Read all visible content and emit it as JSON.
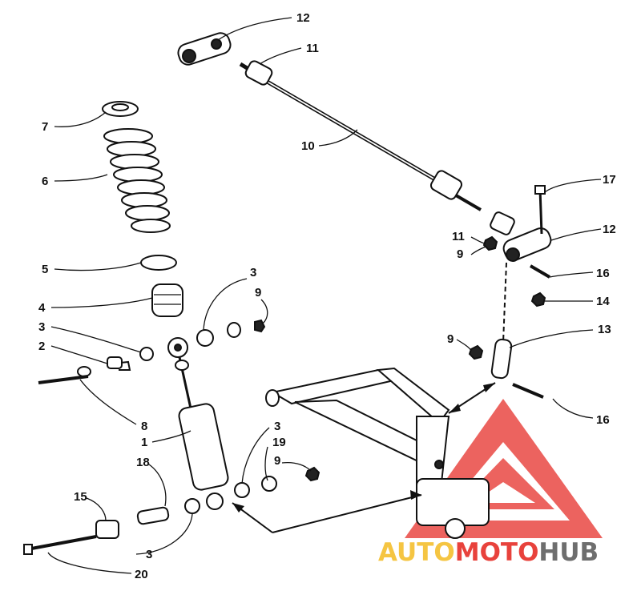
{
  "callouts": {
    "c1": "1",
    "c2": "2",
    "c3a": "3",
    "c3b": "3",
    "c3c": "3",
    "c3d": "3",
    "c4": "4",
    "c5": "5",
    "c6": "6",
    "c7": "7",
    "c8": "8",
    "c9a": "9",
    "c9b": "9",
    "c9c": "9",
    "c9d": "9",
    "c10": "10",
    "c11a": "11",
    "c11b": "11",
    "c12a": "12",
    "c12b": "12",
    "c13": "13",
    "c14": "14",
    "c15": "15",
    "c16a": "16",
    "c16b": "16",
    "c17": "17",
    "c18": "18",
    "c19": "19",
    "c20": "20"
  },
  "watermark": {
    "word1": "AUTO",
    "word2": "MOTO",
    "word3": "HUB",
    "color1": "#f5c542",
    "color2": "#e8423c",
    "color3": "#6e6e6e"
  }
}
